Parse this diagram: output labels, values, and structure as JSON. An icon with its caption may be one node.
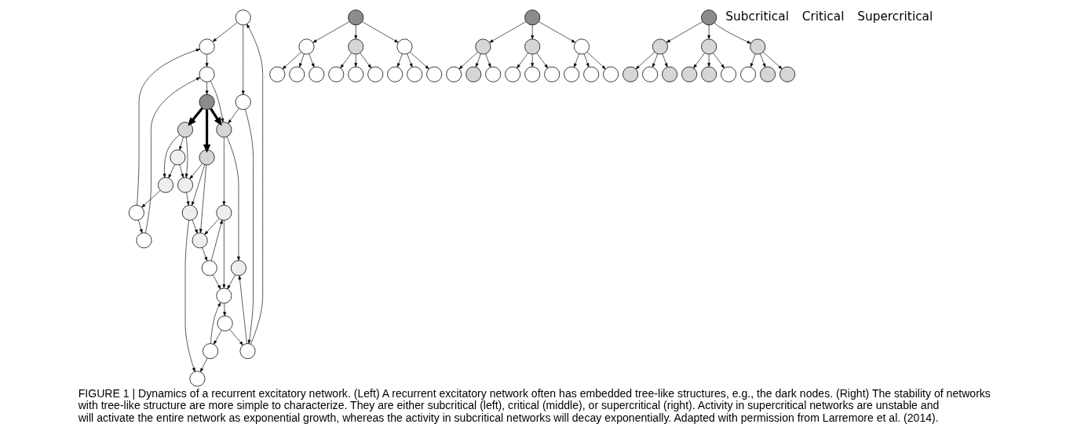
{
  "diagram": {
    "caption": "FIGURE 1 | Dynamics of a recurrent excitatory network. (Left) A recurrent excitatory network often has embedded tree-like structures, e.g., the dark nodes. (Right) The stability of networks with tree-like structure are more simple to characterize. They are either subcritical (left), critical (middle), or supercritical (right). Activity in supercritical networks are unstable and will activate the entire network as exponential growth, whereas the activity in subcritical networks will decay exponentially. Adapted with permission from Larremore et al. (2014).",
    "nodes": [
      {
        "text": [],
        "shape": "circle"
      },
      {
        "text": [],
        "shape": "circle"
      },
      {
        "text": [],
        "shape": "circle"
      },
      {
        "text": [],
        "shape": "circle"
      },
      {
        "text": [],
        "shape": "circle"
      },
      {
        "text": [],
        "shape": "circle"
      },
      {
        "text": [],
        "shape": "circle"
      },
      {
        "text": [],
        "shape": "circle"
      },
      {
        "text": [],
        "shape": "circle"
      },
      {
        "text": [],
        "shape": "circle"
      },
      {
        "text": [],
        "shape": "circle"
      },
      {
        "text": [],
        "shape": "circle"
      },
      {
        "text": [],
        "shape": "circle"
      },
      {
        "text": [],
        "shape": "circle"
      },
      {
        "text": [],
        "shape": "circle"
      },
      {
        "text": [],
        "shape": "circle"
      },
      {
        "text": [],
        "shape": "circle"
      },
      {
        "text": [],
        "shape": "circle"
      },
      {
        "text": [],
        "shape": "circle"
      },
      {
        "text": [],
        "shape": "circle"
      },
      {
        "text": [],
        "shape": "circle"
      },
      {
        "text": [],
        "shape": "circle"
      },
      {
        "text": [],
        "shape": "circle"
      },
      {
        "text": [],
        "shape": "circle"
      },
      {
        "text": [],
        "shape": "circle"
      },
      {
        "text": [],
        "shape": "circle"
      },
      {
        "text": [],
        "shape": "circle"
      },
      {
        "text": [],
        "shape": "circle"
      },
      {
        "text": [],
        "shape": "circle"
      },
      {
        "text": [],
        "shape": "circle"
      },
      {
        "text": [],
        "shape": "circle"
      },
      {
        "text": [],
        "shape": "circle"
      },
      {
        "text": [],
        "shape": "circle"
      },
      {
        "text": [],
        "shape": "circle"
      },
      {
        "text": [],
        "shape": "circle"
      },
      {
        "text": [],
        "shape": "circle"
      },
      {
        "text": [],
        "shape": "circle"
      },
      {
        "text": [],
        "shape": "circle"
      },
      {
        "text": [],
        "shape": "circle"
      },
      {
        "text": [],
        "shape": "circle"
      },
      {
        "text": [],
        "shape": "circle"
      },
      {
        "text": [],
        "shape": "circle"
      },
      {
        "text": [],
        "shape": "circle"
      },
      {
        "text": [],
        "shape": "circle"
      },
      {
        "text": [],
        "shape": "circle"
      },
      {
        "text": [],
        "shape": "circle"
      },
      {
        "text": [],
        "shape": "circle"
      },
      {
        "text": [],
        "shape": "circle"
      },
      {
        "text": [],
        "shape": "circle"
      },
      {
        "text": [],
        "shape": "circle"
      },
      {
        "text": [],
        "shape": "circle"
      },
      {
        "text": [],
        "shape": "circle"
      },
      {
        "text": [],
        "shape": "circle"
      },
      {
        "text": [],
        "shape": "circle"
      },
      {
        "text": [],
        "shape": "circle"
      },
      {
        "text": [],
        "shape": "circle"
      },
      {
        "text": [],
        "shape": "circle"
      },
      {
        "text": [],
        "shape": "circle"
      },
      {
        "text": [],
        "shape": "circle"
      },
      {
        "text": [],
        "shape": "circle"
      },
      {
        "text": [],
        "shape": "circle"
      },
      {
        "text": [],
        "shape": "circle"
      }
    ],
    "edges": [
      {
        "from": 13,
        "to": 0,
        "arrow": "to"
      },
      {
        "from": 0,
        "to": 1,
        "arrow": "to"
      },
      {
        "from": 0,
        "to": 2,
        "arrow": "to"
      },
      {
        "from": 1,
        "to": 3,
        "arrow": "to"
      },
      {
        "from": 4,
        "to": 1,
        "arrow": "to"
      },
      {
        "from": 4,
        "to": 5,
        "arrow": "to"
      },
      {
        "from": 5,
        "to": 3,
        "arrow": "to"
      },
      {
        "from": 3,
        "to": 7,
        "arrow": "to"
      },
      {
        "from": 3,
        "to": 6,
        "arrow": "to"
      },
      {
        "from": 2,
        "to": 6,
        "arrow": "to"
      },
      {
        "from": 2,
        "to": 13,
        "arrow": "to"
      },
      {
        "from": 7,
        "to": 6,
        "arrow": "to",
        "style": "thick"
      },
      {
        "from": 7,
        "to": 9,
        "arrow": "to",
        "style": "thick"
      },
      {
        "from": 7,
        "to": 10,
        "arrow": "to",
        "style": "thick"
      },
      {
        "from": 8,
        "to": 4,
        "arrow": "to"
      },
      {
        "from": 9,
        "to": 8,
        "arrow": "to"
      },
      {
        "from": 9,
        "to": 11,
        "arrow": "to"
      },
      {
        "from": 9,
        "to": 12,
        "arrow": "to"
      },
      {
        "from": 11,
        "to": 8,
        "arrow": "to"
      },
      {
        "from": 11,
        "to": 12,
        "arrow": "to"
      },
      {
        "from": 10,
        "to": 12,
        "arrow": "to"
      },
      {
        "from": 10,
        "to": 21,
        "arrow": "to"
      },
      {
        "from": 10,
        "to": 20,
        "arrow": "to"
      },
      {
        "from": 12,
        "to": 21,
        "arrow": "to"
      },
      {
        "from": 6,
        "to": 14,
        "arrow": "to"
      },
      {
        "from": 6,
        "to": 17,
        "arrow": "to"
      },
      {
        "from": 13,
        "to": 14,
        "arrow": "to"
      },
      {
        "from": 14,
        "to": 15,
        "arrow": "to"
      },
      {
        "from": 17,
        "to": 15,
        "arrow": "to"
      },
      {
        "from": 17,
        "to": 20,
        "arrow": "to"
      },
      {
        "from": 18,
        "to": 17,
        "arrow": "to"
      },
      {
        "from": 18,
        "to": 15,
        "arrow": "to"
      },
      {
        "from": 20,
        "to": 18,
        "arrow": "to"
      },
      {
        "from": 21,
        "to": 20,
        "arrow": "to"
      },
      {
        "from": 21,
        "to": 22,
        "arrow": "to"
      },
      {
        "from": 15,
        "to": 16,
        "arrow": "to"
      },
      {
        "from": 16,
        "to": 13,
        "arrow": "to"
      },
      {
        "from": 16,
        "to": 19,
        "arrow": "to"
      },
      {
        "from": 19,
        "to": 15,
        "arrow": "to"
      },
      {
        "from": 19,
        "to": 22,
        "arrow": "to"
      },
      {
        "from": 23,
        "to": 24,
        "arrow": "to"
      },
      {
        "from": 23,
        "to": 25,
        "arrow": "to"
      },
      {
        "from": 23,
        "to": 26,
        "arrow": "to"
      },
      {
        "from": 24,
        "to": 27,
        "arrow": "to"
      },
      {
        "from": 24,
        "to": 28,
        "arrow": "to"
      },
      {
        "from": 24,
        "to": 29,
        "arrow": "to"
      },
      {
        "from": 25,
        "to": 30,
        "arrow": "to"
      },
      {
        "from": 25,
        "to": 31,
        "arrow": "to"
      },
      {
        "from": 25,
        "to": 32,
        "arrow": "to"
      },
      {
        "from": 26,
        "to": 33,
        "arrow": "to"
      },
      {
        "from": 26,
        "to": 34,
        "arrow": "to"
      },
      {
        "from": 26,
        "to": 35,
        "arrow": "to"
      },
      {
        "from": 36,
        "to": 37,
        "arrow": "to"
      },
      {
        "from": 36,
        "to": 38,
        "arrow": "to"
      },
      {
        "from": 36,
        "to": 39,
        "arrow": "to"
      },
      {
        "from": 37,
        "to": 40,
        "arrow": "to"
      },
      {
        "from": 37,
        "to": 41,
        "arrow": "to"
      },
      {
        "from": 37,
        "to": 42,
        "arrow": "to"
      },
      {
        "from": 38,
        "to": 43,
        "arrow": "to"
      },
      {
        "from": 38,
        "to": 44,
        "arrow": "to"
      },
      {
        "from": 38,
        "to": 45,
        "arrow": "to"
      },
      {
        "from": 39,
        "to": 46,
        "arrow": "to"
      },
      {
        "from": 39,
        "to": 47,
        "arrow": "to"
      },
      {
        "from": 39,
        "to": 48,
        "arrow": "to"
      },
      {
        "from": 49,
        "to": 50,
        "arrow": "to"
      },
      {
        "from": 49,
        "to": 51,
        "arrow": "to"
      },
      {
        "from": 49,
        "to": 52,
        "arrow": "to"
      },
      {
        "from": 50,
        "to": 53,
        "arrow": "to"
      },
      {
        "from": 50,
        "to": 54,
        "arrow": "to"
      },
      {
        "from": 50,
        "to": 55,
        "arrow": "to"
      },
      {
        "from": 51,
        "to": 56,
        "arrow": "to"
      },
      {
        "from": 51,
        "to": 57,
        "arrow": "to"
      },
      {
        "from": 51,
        "to": 58,
        "arrow": "to"
      },
      {
        "from": 52,
        "to": 59,
        "arrow": "to"
      },
      {
        "from": 52,
        "to": 60,
        "arrow": "to"
      },
      {
        "from": 52,
        "to": 61,
        "arrow": "to"
      }
    ],
    "labels": [
      "Subcritical",
      "Critical",
      "Supercritical"
    ]
  }
}
